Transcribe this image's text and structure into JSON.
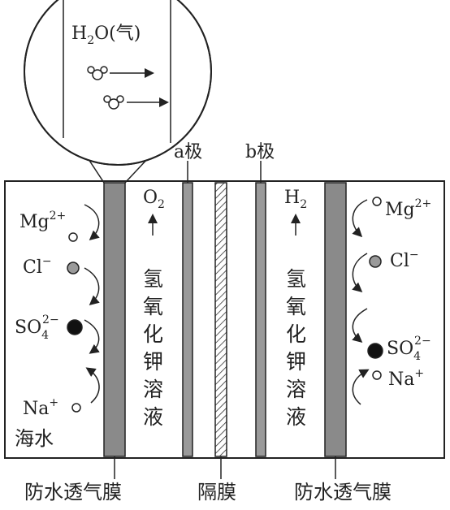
{
  "zoom": {
    "h2o_prefix": "H",
    "h2o_sub": "2",
    "h2o_suffix": "O(气)"
  },
  "labels": {
    "electrode_a": "a极",
    "electrode_b": "b极",
    "o2": "O",
    "o2_sub": "2",
    "h2": "H",
    "h2_sub": "2",
    "solution_chars": [
      "氢",
      "氧",
      "化",
      "钾",
      "溶",
      "液"
    ],
    "seawater": "海水",
    "membrane_left": "防水透气膜",
    "separator": "隔膜",
    "membrane_right": "防水透气膜"
  },
  "ions_left": [
    {
      "base": "Mg",
      "sup": "2+",
      "sub": "",
      "fill": "#ffffff"
    },
    {
      "base": "Cl",
      "sup": "−",
      "sub": "",
      "fill": "#9a9a9a"
    },
    {
      "base": "SO",
      "sup": "2−",
      "sub": "4",
      "fill": "#111111"
    },
    {
      "base": "Na",
      "sup": "+",
      "sub": "",
      "fill": "#ffffff"
    }
  ],
  "ions_right": [
    {
      "base": "Mg",
      "sup": "2+",
      "sub": "",
      "fill": "#ffffff"
    },
    {
      "base": "Cl",
      "sup": "−",
      "sub": "",
      "fill": "#9a9a9a"
    },
    {
      "base": "SO",
      "sup": "2−",
      "sub": "4",
      "fill": "#111111"
    },
    {
      "base": "Na",
      "sup": "+",
      "sub": "",
      "fill": "#ffffff"
    }
  ],
  "colors": {
    "membrane_fill": "#8a8a8a",
    "electrode_fill": "#9a9a9a",
    "line": "#222222"
  }
}
